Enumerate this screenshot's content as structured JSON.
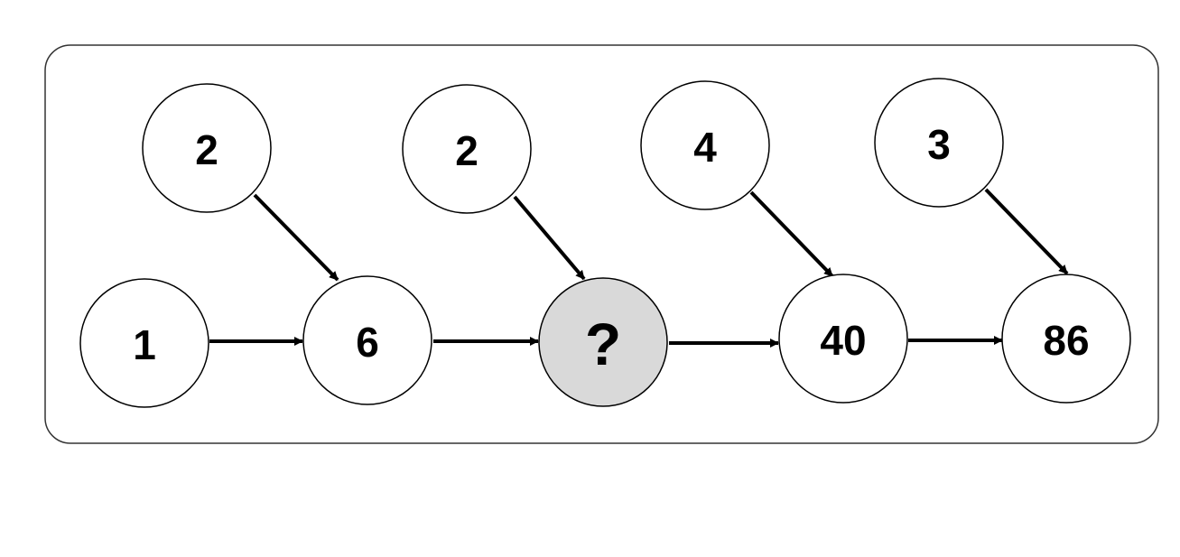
{
  "colors": {
    "background": "#ffffff",
    "panel_border": "#333333",
    "node_fill": "#ffffff",
    "node_stroke": "#000000",
    "unknown_fill": "#d9d9d9",
    "arrow": "#000000",
    "text": "#000000"
  },
  "top_nodes": [
    {
      "label": "2"
    },
    {
      "label": "2"
    },
    {
      "label": "4"
    },
    {
      "label": "3"
    }
  ],
  "bottom_nodes": [
    {
      "label": "1",
      "highlight": false
    },
    {
      "label": "6",
      "highlight": false
    },
    {
      "label": "?",
      "highlight": true
    },
    {
      "label": "40",
      "highlight": false
    },
    {
      "label": "86",
      "highlight": false
    }
  ]
}
